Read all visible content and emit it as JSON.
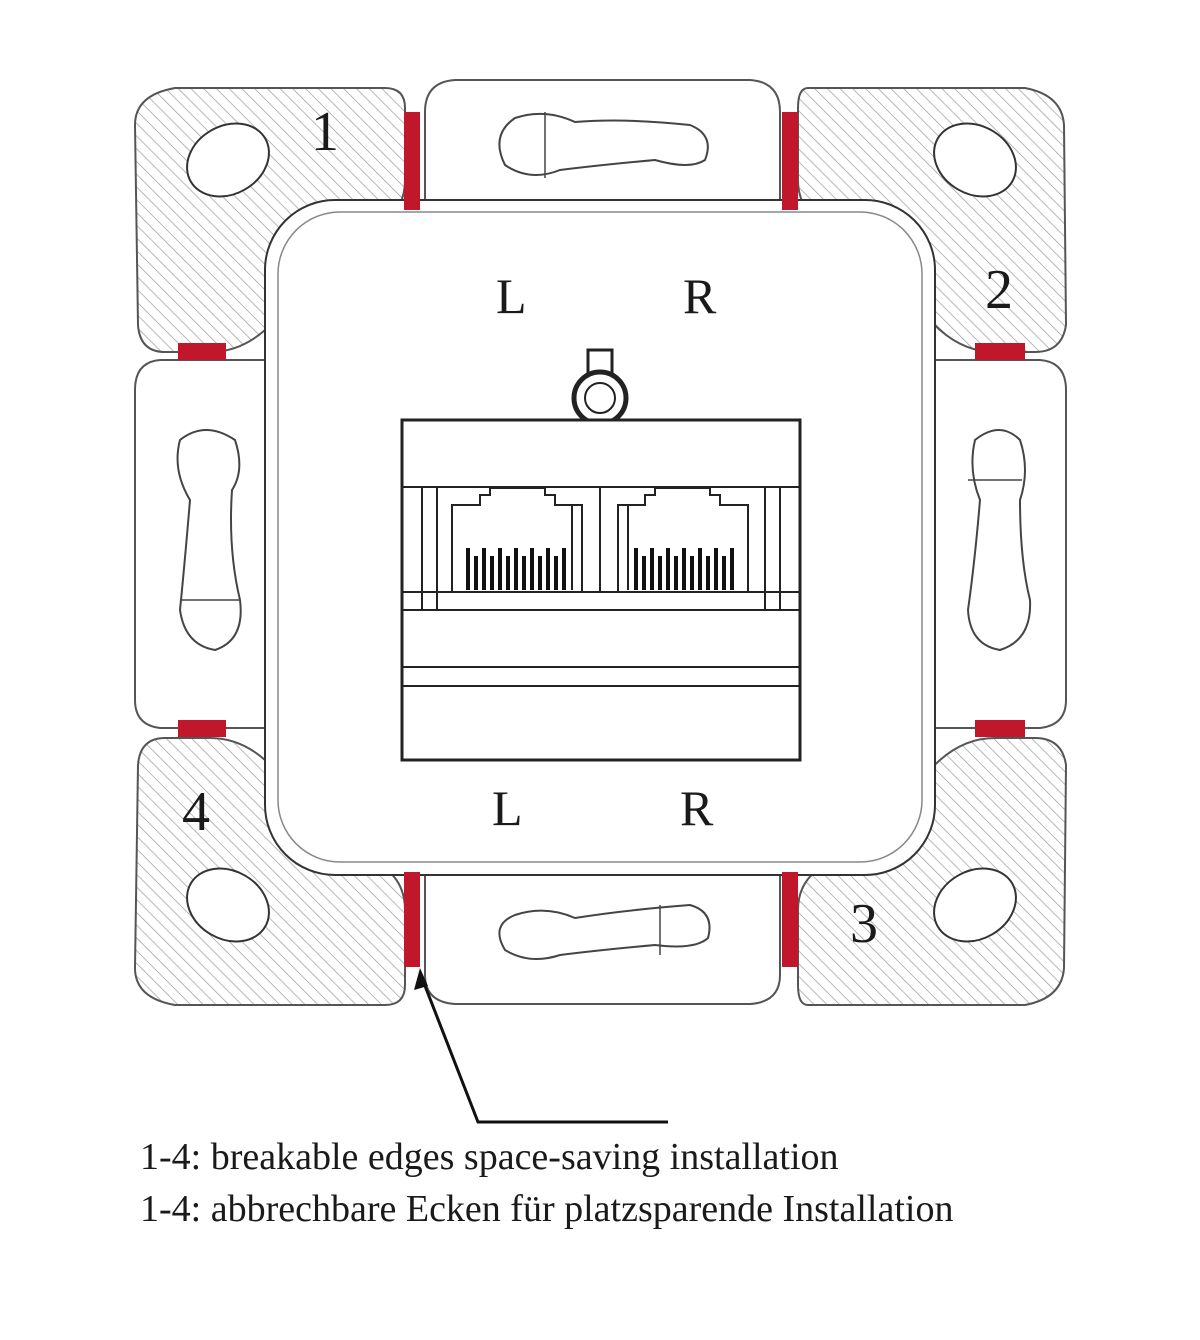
{
  "corner_labels": {
    "c1": "1",
    "c2": "2",
    "c3": "3",
    "c4": "4"
  },
  "port_labels": {
    "top_left": "L",
    "top_right": "R",
    "bottom_left": "L",
    "bottom_right": "R"
  },
  "captions": {
    "english": "1-4: breakable edges space-saving installation",
    "german": "1-4: abbrechbare Ecken für platzsparende Installation"
  },
  "colors": {
    "break_marker": "#c0182a",
    "line": "#2a2a2a",
    "hatch": "#9a9a9a"
  }
}
